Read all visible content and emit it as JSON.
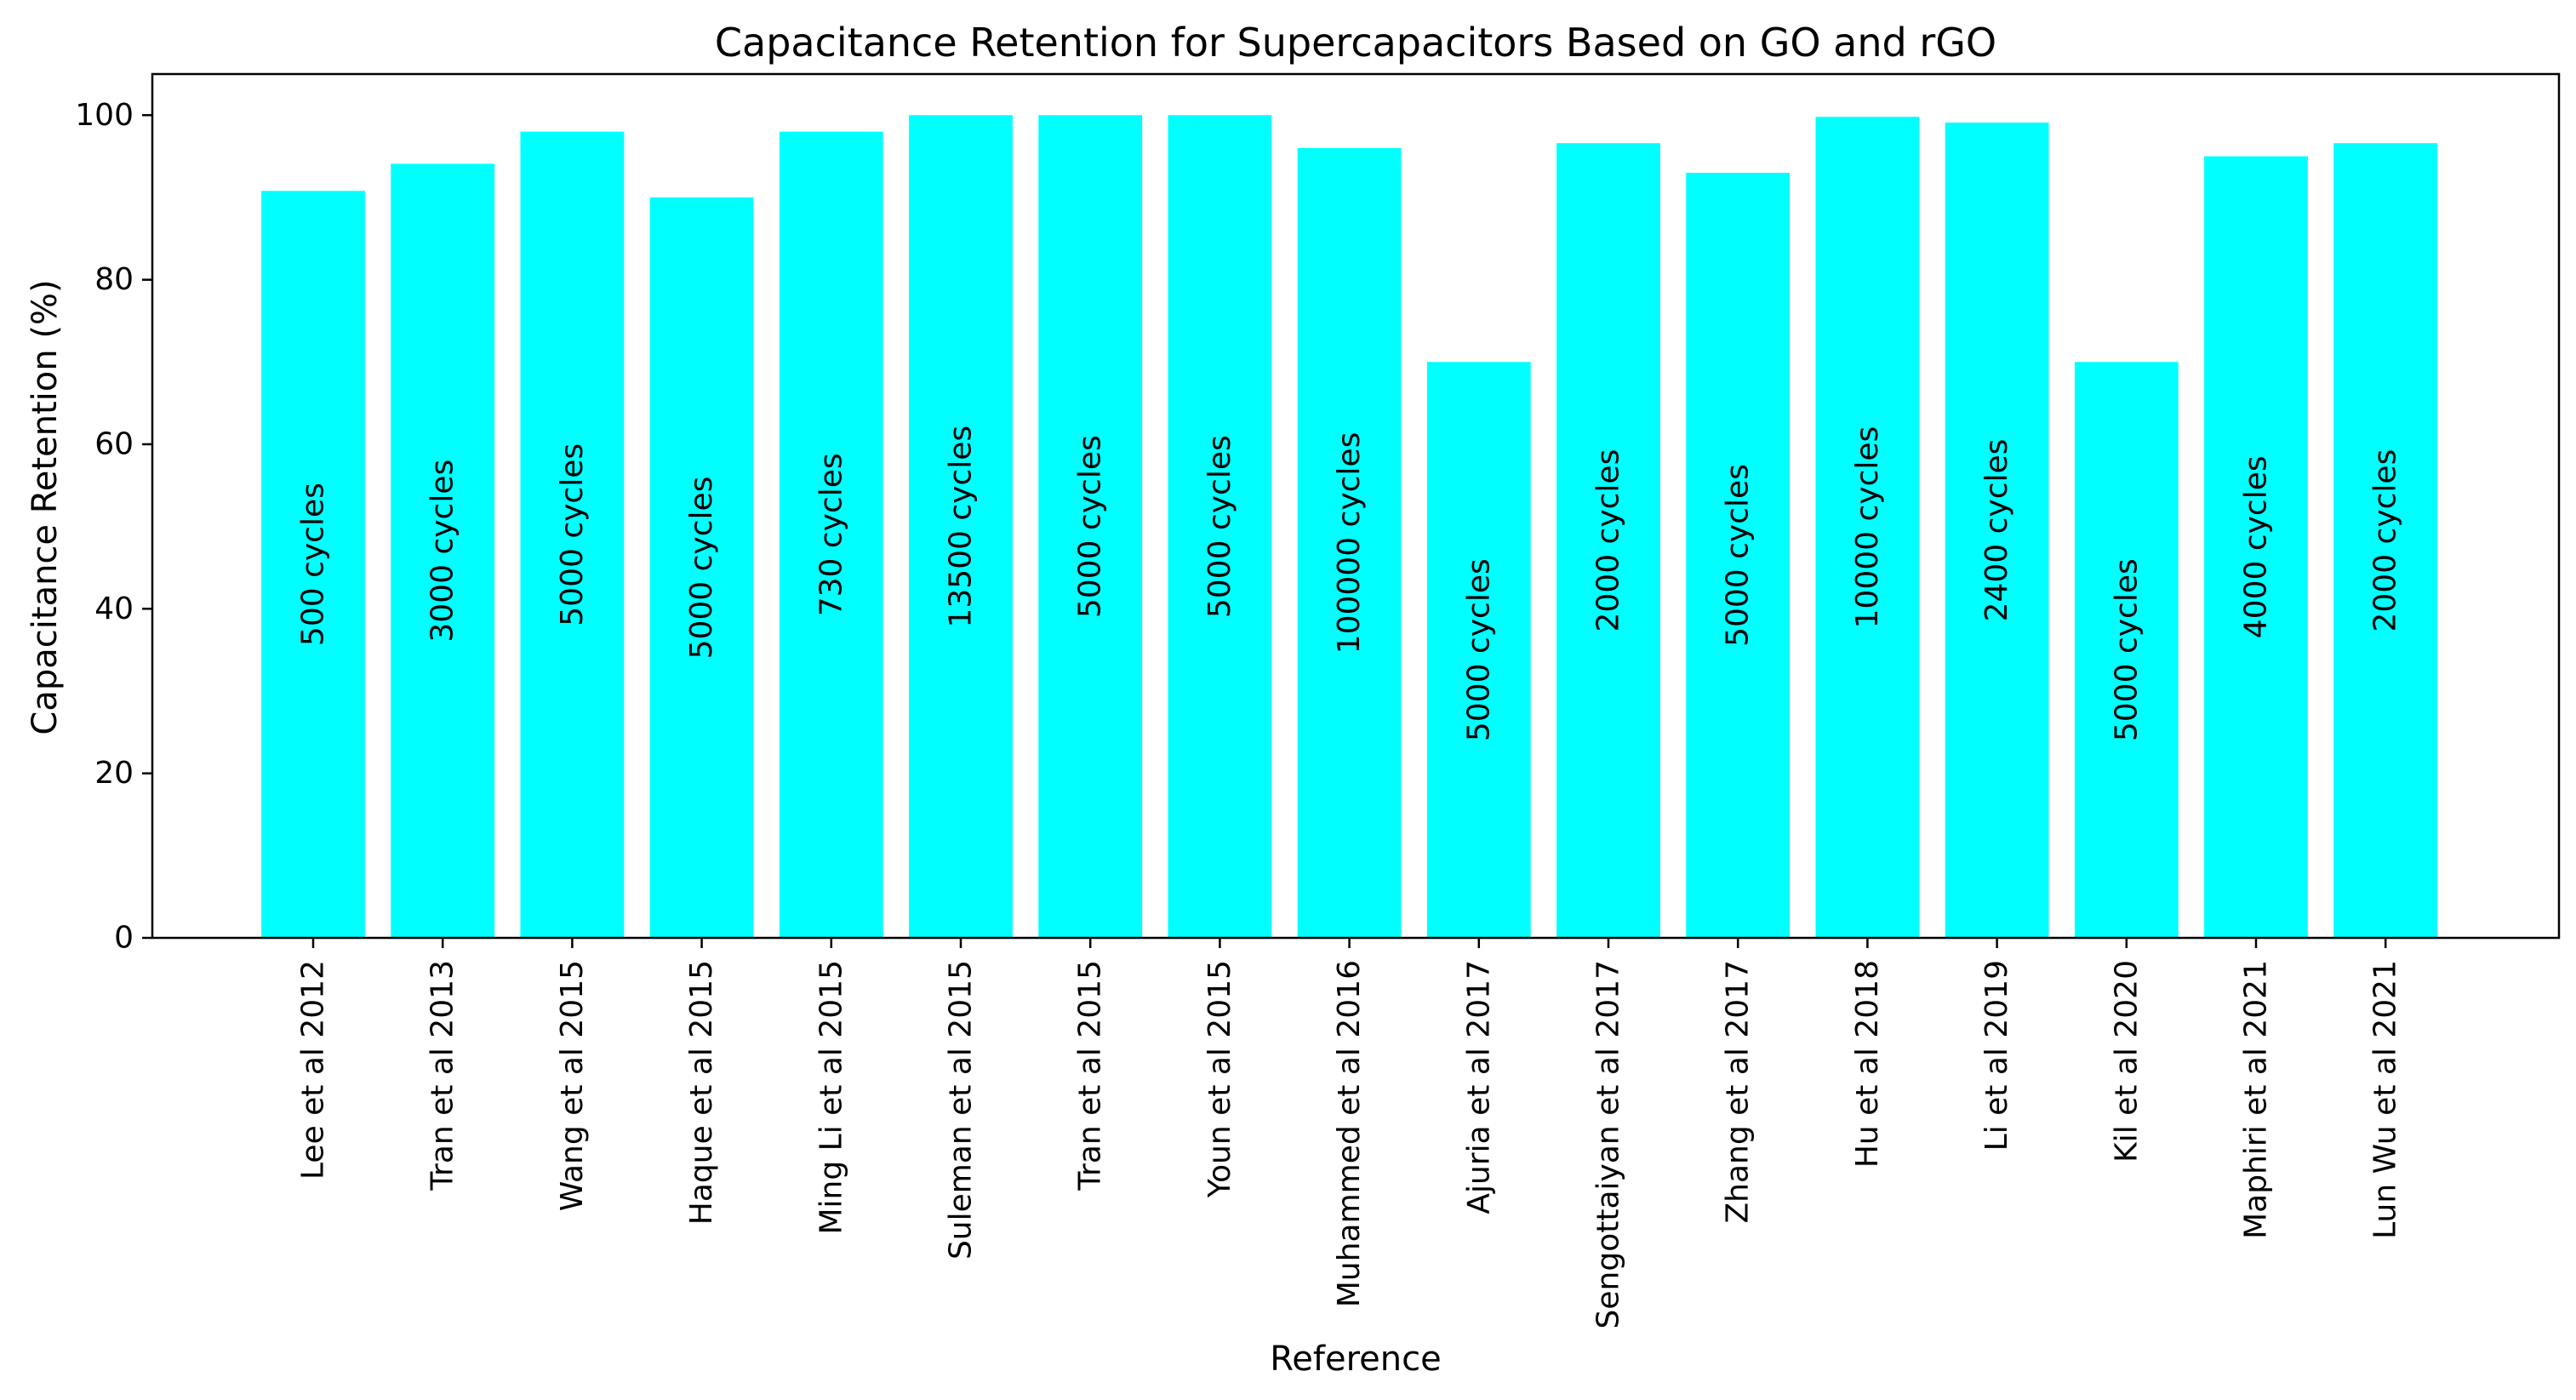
{
  "chart_data": {
    "type": "bar",
    "title": "Capacitance Retention for Supercapacitors Based on GO and rGO",
    "xlabel": "Reference",
    "ylabel": "Capacitance Retention (%)",
    "ylim": [
      0,
      105
    ],
    "yticks": [
      0,
      20,
      40,
      60,
      80,
      100
    ],
    "grid": false,
    "bar_color": "#00FFFF",
    "categories": [
      "Lee et al 2012",
      "Tran et al 2013",
      "Wang et al 2015",
      "Haque et al 2015",
      "Ming Li et al 2015",
      "Suleman et al 2015",
      "Tran et al 2015",
      "Youn et al 2015",
      "Muhammed et al 2016",
      "Ajuria et al 2017",
      "Sengottaiyan et al 2017",
      "Zhang et al 2017",
      "Hu et al 2018",
      "Li et al 2019",
      "Kil et al 2020",
      "Maphiri et al 2021",
      "Lun Wu et al 2021"
    ],
    "values": [
      90.8,
      94.1,
      98,
      90,
      98,
      100,
      100,
      100,
      96,
      70,
      96.6,
      93,
      99.8,
      99.1,
      70,
      95,
      96.6
    ],
    "bar_labels": [
      "500 cycles",
      "3000 cycles",
      "5000 cycles",
      "5000 cycles",
      "730 cycles",
      "13500 cycles",
      "5000 cycles",
      "5000 cycles",
      "100000 cycles",
      "5000 cycles",
      "2000 cycles",
      "5000 cycles",
      "10000 cycles",
      "2400 cycles",
      "5000 cycles",
      "4000 cycles",
      "2000 cycles"
    ]
  }
}
